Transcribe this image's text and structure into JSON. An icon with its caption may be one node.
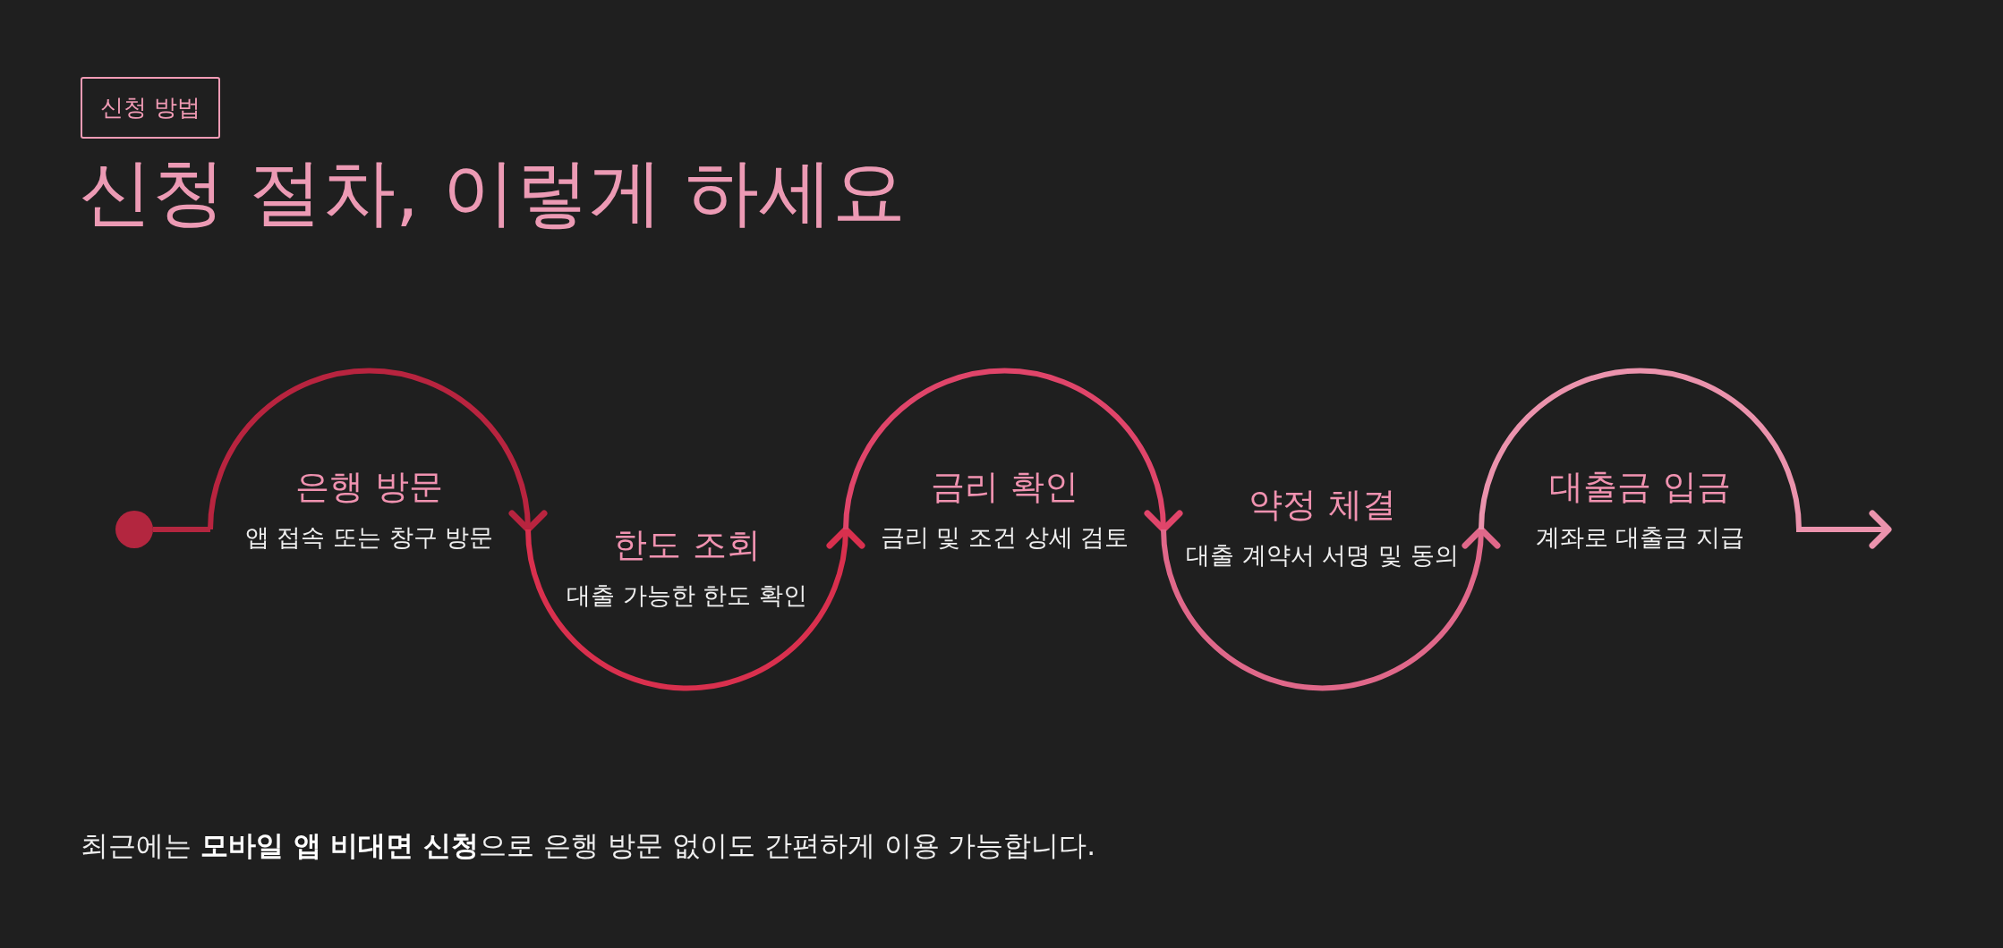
{
  "diagram": {
    "title": "신청 절차, 이렇게 하세요",
    "nodes": [
      {
        "text": [
          "신청 방법"
        ]
      },
      {
        "text": [],
        "shape": "circle"
      },
      {
        "text": [
          "은행 방문",
          "앱 접속 또는 창구 방문"
        ]
      },
      {
        "text": [
          "한도 조회",
          "대출 가능한 한도 확인"
        ]
      },
      {
        "text": [
          "금리 확인",
          "금리 및 조건 상세 검토"
        ]
      },
      {
        "text": [
          "약정 체결",
          "대출 계약서 서명 및 동의"
        ]
      },
      {
        "text": [
          "대출금 입금",
          "계좌로 대출금 지급"
        ]
      }
    ],
    "edges": [
      {
        "from": 1,
        "to": 2,
        "arrow": "none",
        "color": "#b3263f"
      },
      {
        "from": 2,
        "to": 3,
        "arrow": "to",
        "color": "#b8243f"
      },
      {
        "from": 3,
        "to": 4,
        "arrow": "to",
        "color": "#d9304e"
      },
      {
        "from": 4,
        "to": 5,
        "arrow": "to",
        "color": "#e0456a"
      },
      {
        "from": 5,
        "to": 6,
        "arrow": "to",
        "color": "#e0688a"
      },
      {
        "from": 6,
        "to": null,
        "arrow": "to",
        "color": "#eb93ad"
      }
    ],
    "labels": [
      "최근에는 **모바일 앱 비대면 신청**으로 은행 방문 없이도 간편하게 이용 가능합니다."
    ]
  }
}
